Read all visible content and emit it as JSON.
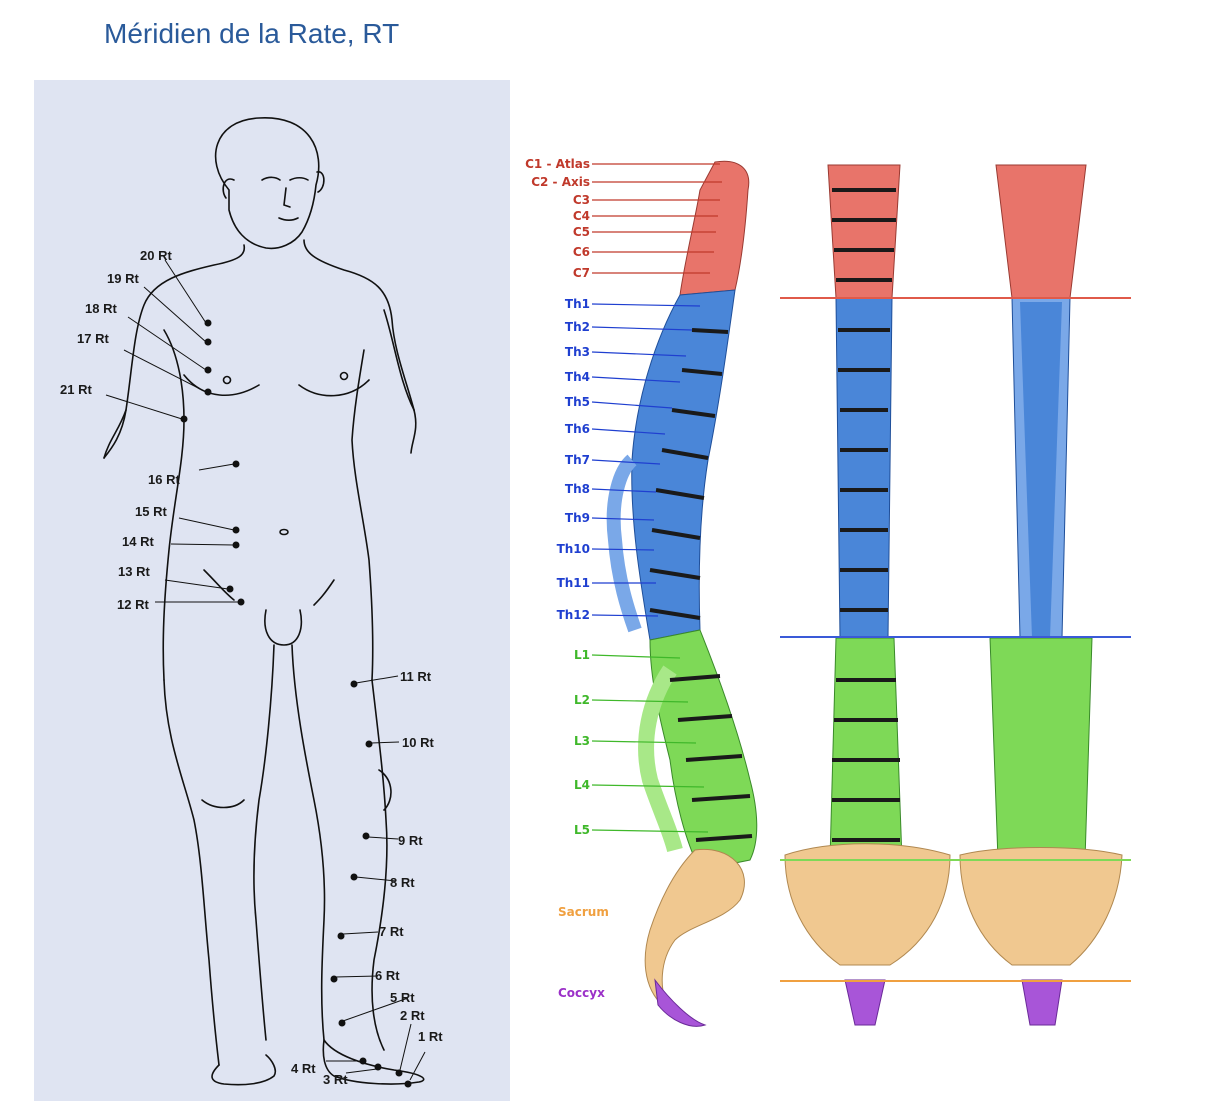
{
  "title": "Méridien de la Rate, RT",
  "points": [
    "1 Rt",
    "2 Rt",
    "3 Rt",
    "4 Rt",
    "5 Rt",
    "6 Rt",
    "7 Rt",
    "8 Rt",
    "9 Rt",
    "10 Rt",
    "11 Rt",
    "12 Rt",
    "13 Rt",
    "14 Rt",
    "15 Rt",
    "16 Rt",
    "17 Rt",
    "18 Rt",
    "19 Rt",
    "20 Rt",
    "21 Rt"
  ],
  "spine": {
    "cervical": [
      "C1 - Atlas",
      "C2 - Axis",
      "C3",
      "C4",
      "C5",
      "C6",
      "C7"
    ],
    "thoracic": [
      "Th1",
      "Th2",
      "Th3",
      "Th4",
      "Th5",
      "Th6",
      "Th7",
      "Th8",
      "Th9",
      "Th10",
      "Th11",
      "Th12"
    ],
    "lumbar": [
      "L1",
      "L2",
      "L3",
      "L4",
      "L5"
    ],
    "sacrum": "Sacrum",
    "coccyx": "Coccyx",
    "colors": {
      "cervical": "#e8746a",
      "thoracic": "#4a86d8",
      "lumbar": "#7ed957",
      "sacrum": "#f0c890",
      "coccyx": "#a855d8"
    },
    "label_colors": {
      "cervical": "#c0392b",
      "thoracic": "#1f3fd0",
      "lumbar": "#3fb82a",
      "sacrum": "#f0a040",
      "coccyx": "#9b30c8"
    }
  }
}
